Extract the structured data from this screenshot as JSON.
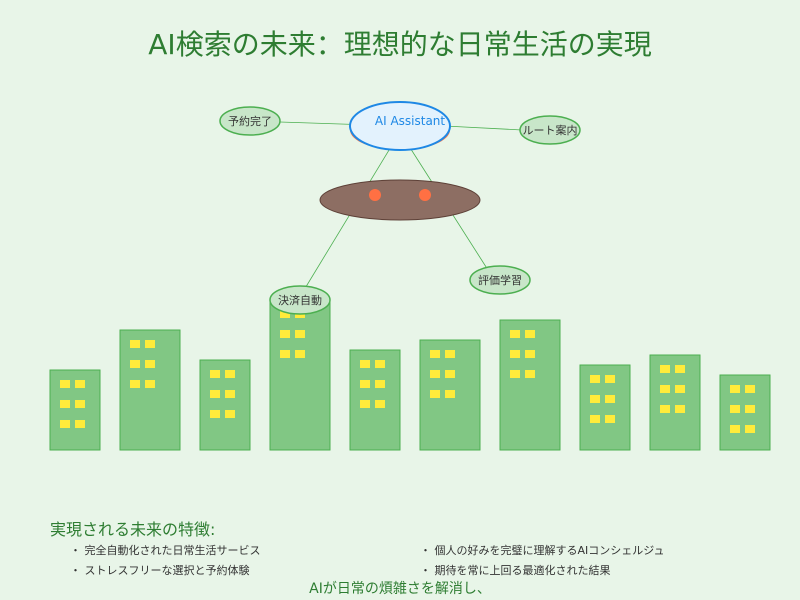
{
  "title": "AI検索の未来：理想的な日常生活の実現",
  "assistant": {
    "label": "AI Assistant"
  },
  "nodes": {
    "reservation": "予約完了",
    "route": "ルート案内",
    "payment": "決済自動",
    "learning": "評価学習"
  },
  "features": {
    "heading": "実現される未来の特徴:",
    "items": [
      "・ 完全自動化された日常生活サービス",
      "・ 個人の好みを完璧に理解するAIコンシェルジュ",
      "・ ストレスフリーな選択と予約体験",
      "・ 期待を常に上回る最適化された結果"
    ]
  },
  "footer": {
    "line1": "AIが日常の煩雑さを解消し、"
  },
  "colors": {
    "background": "#e8f5e8",
    "title": "#2e7d32",
    "building": "#81c784",
    "building_stroke": "#4caf50",
    "window": "#ffeb3b",
    "node_fill": "#c8e6c9",
    "assistant_fill": "#e3f2fd",
    "assistant_stroke": "#1e88e5",
    "drone_fill": "#8d6e63",
    "drone_light": "#ff7043"
  }
}
